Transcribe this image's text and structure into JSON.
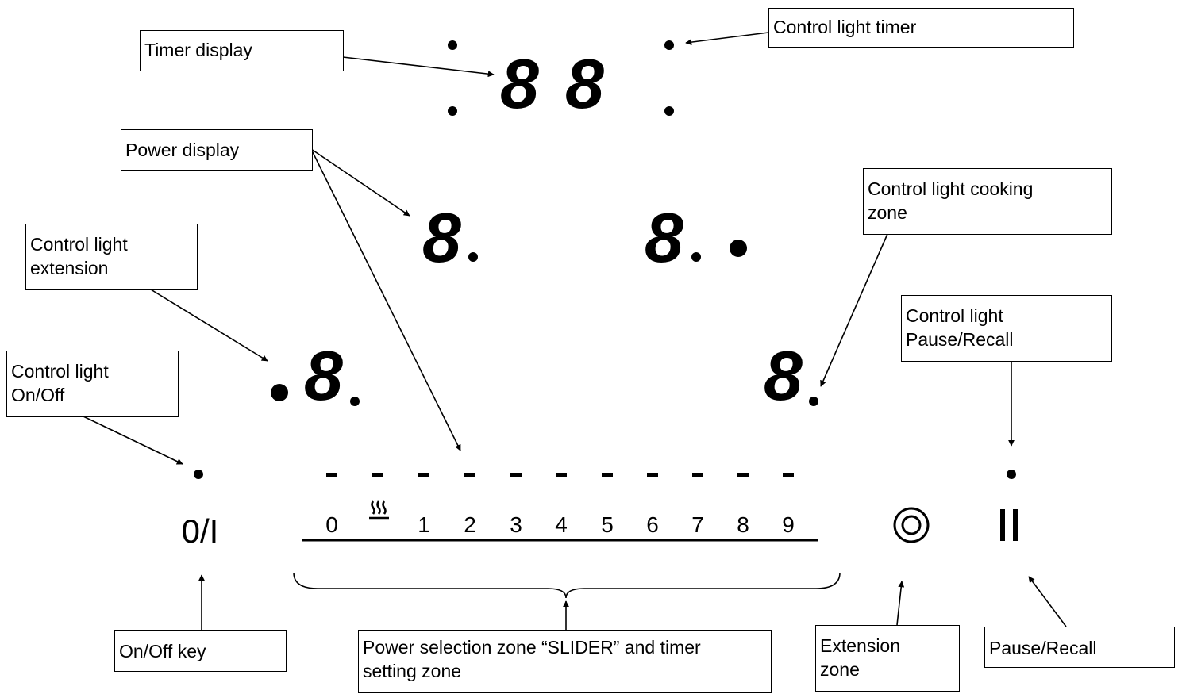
{
  "callouts": {
    "timer_display": "Timer display",
    "control_light_timer": "Control light timer",
    "power_display": "Power display",
    "control_light_cooking_zone": "Control light cooking\nzone",
    "control_light_extension": "Control light\nextension",
    "control_light_pause_recall": "Control light\nPause/Recall",
    "control_light_onoff": "Control light\nOn/Off",
    "onoff_key": "On/Off key",
    "power_selection_zone": "Power selection zone “SLIDER” and timer\nsetting zone",
    "extension_zone": "Extension\nzone",
    "pause_recall": "Pause/Recall"
  },
  "keys": {
    "onoff_label": "0/I",
    "pause_label": "II",
    "extension_icon": "double-circle-icon",
    "keep_warm_icon": "keep-warm-icon"
  },
  "slider": {
    "labels": [
      "0",
      "",
      "1",
      "2",
      "3",
      "4",
      "5",
      "6",
      "7",
      "8",
      "9"
    ]
  },
  "displays": {
    "segment_glyph": "8"
  }
}
